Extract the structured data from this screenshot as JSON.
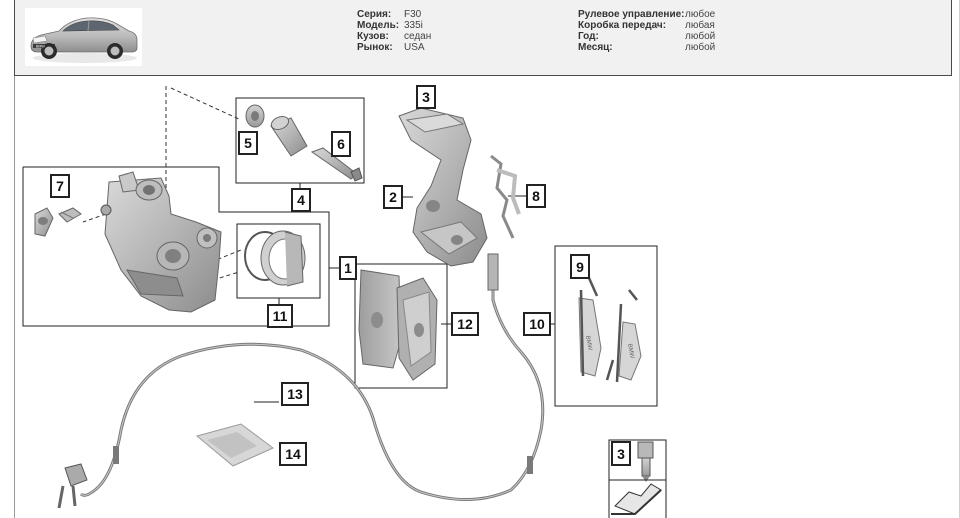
{
  "header": {
    "specs_left": [
      {
        "label": "Серия:",
        "value": "F30"
      },
      {
        "label": "Модель:",
        "value": "335i"
      },
      {
        "label": "Кузов:",
        "value": "седан"
      },
      {
        "label": "Рынок:",
        "value": "USA"
      }
    ],
    "specs_right": [
      {
        "label": "Рулевое управление:",
        "value": "любое"
      },
      {
        "label": "Коробка передач:",
        "value": "любая"
      },
      {
        "label": "Год:",
        "value": "любой"
      },
      {
        "label": "Месяц:",
        "value": "любой"
      }
    ]
  },
  "diagram": {
    "callouts": {
      "c1": "1",
      "c2": "2",
      "c3": "3",
      "c4": "4",
      "c5": "5",
      "c6": "6",
      "c7": "7",
      "c8": "8",
      "c9": "9",
      "c10": "10",
      "c11": "11",
      "c12": "12",
      "c13": "13",
      "c14": "14",
      "c3b": "3"
    },
    "thumb_brand": "BMW"
  },
  "colors": {
    "part_light": "#c8c8c8",
    "part_mid": "#a9a9a9",
    "part_dark": "#7d7d7d",
    "header_bg": "#f1f1f1"
  }
}
